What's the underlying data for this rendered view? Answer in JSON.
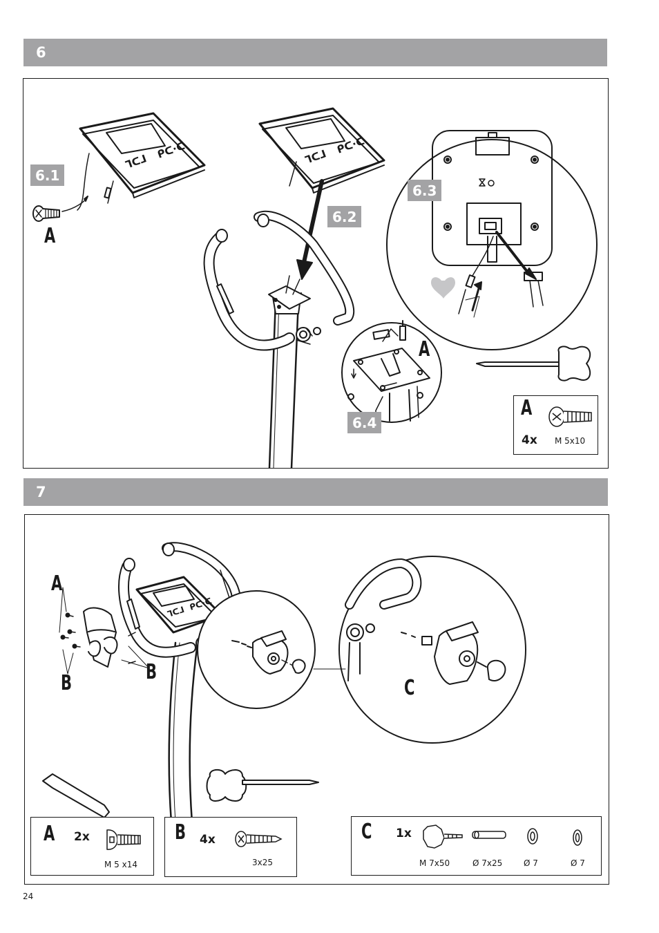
{
  "steps": [
    {
      "number": "6",
      "callouts": {
        "s1": "6.1",
        "s2": "6.2",
        "s3": "6.3",
        "s4": "6.4"
      },
      "letters": {
        "screw_a": "A",
        "detail_a": "A"
      },
      "parts": [
        {
          "letter": "A",
          "qty": "4x",
          "spec": "M 5x10"
        }
      ]
    },
    {
      "number": "7",
      "letters": {
        "a": "A",
        "b_left": "B",
        "b_right": "B",
        "c": "C"
      },
      "parts": [
        {
          "letter": "A",
          "qty": "2x",
          "spec": "M 5 x14"
        },
        {
          "letter": "B",
          "qty": "4x",
          "spec": "3x25"
        },
        {
          "letter": "C",
          "qty": "1x",
          "specs": [
            "M 7x50",
            "Ø 7x25",
            "Ø 7",
            "Ø 7"
          ]
        }
      ]
    }
  ],
  "page_number": "24",
  "colors": {
    "bar": "#a3a3a5",
    "line": "#1a1a1a"
  }
}
